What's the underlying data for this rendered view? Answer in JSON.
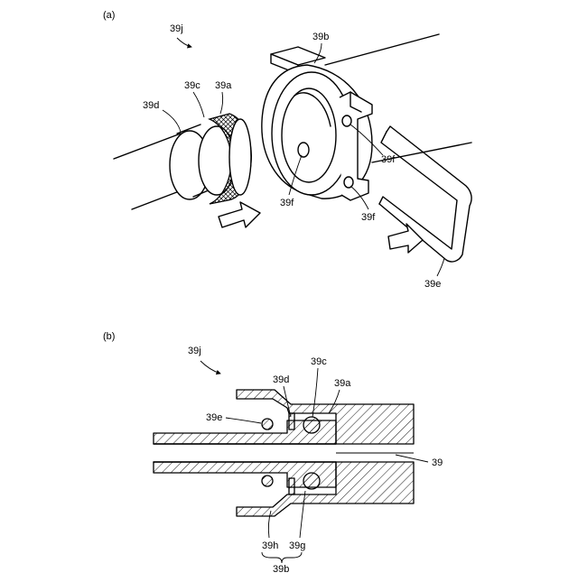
{
  "panel_a": {
    "tag": "(a)",
    "labels": {
      "assembly": "39j",
      "housing": "39b",
      "groove": "39c",
      "oring": "39a",
      "tube_end": "39d",
      "hole_right": "39f",
      "hole_left": "39f",
      "hole_lower": "39f",
      "clip": "39e"
    }
  },
  "panel_b": {
    "tag": "(b)",
    "labels": {
      "assembly": "39j",
      "tube_end": "39d",
      "groove": "39c",
      "oring": "39a",
      "clip": "39e",
      "passage": "39",
      "part_h": "39h",
      "part_g": "39g",
      "housing": "39b"
    }
  }
}
